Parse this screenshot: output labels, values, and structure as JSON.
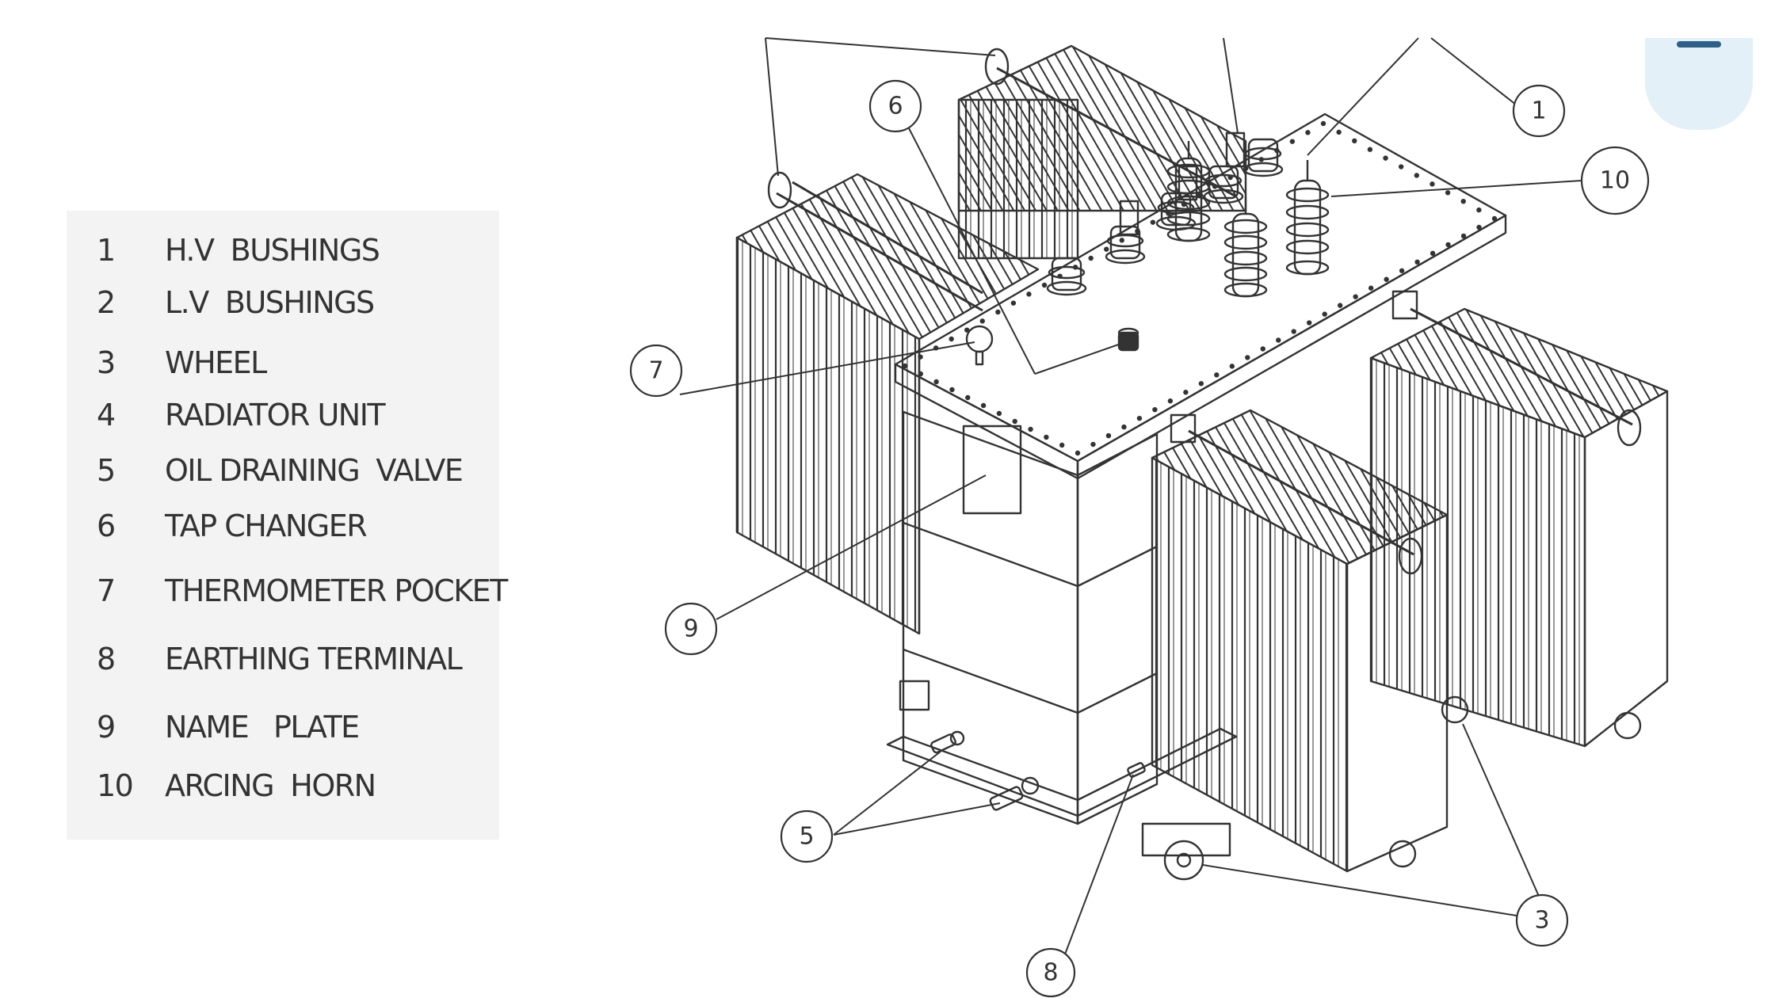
{
  "legend": [
    {
      "num": "1",
      "label": "H.V  BUSHINGS"
    },
    {
      "num": "2",
      "label": "L.V  BUSHINGS"
    },
    {
      "num": "3",
      "label": "WHEEL"
    },
    {
      "num": "4",
      "label": "RADIATOR UNIT"
    },
    {
      "num": "5",
      "label": "OIL DRAINING  VALVE"
    },
    {
      "num": "6",
      "label": "TAP CHANGER"
    },
    {
      "num": "7",
      "label": "THERMOMETER POCKET"
    },
    {
      "num": "8",
      "label": "EARTHING TERMINAL"
    },
    {
      "num": "9",
      "label": "NAME   PLATE"
    },
    {
      "num": "10",
      "label": "ARCING  HORN"
    }
  ],
  "callouts": [
    "1",
    "10",
    "6",
    "7",
    "9",
    "5",
    "8",
    "3"
  ],
  "colors": {
    "line": "#333333",
    "legend_background": "#f3f3f3",
    "widget_background": "#e3f0f8",
    "widget_accent": "#2f5f86"
  }
}
